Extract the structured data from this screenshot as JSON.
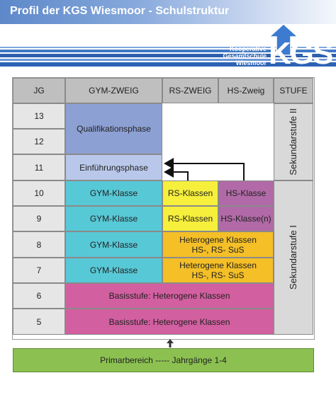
{
  "header": {
    "title": "Profil der KGS Wiesmoor - Schulstruktur"
  },
  "logo": {
    "line1": "Kooperative",
    "line2": "Gesamtschule",
    "line3": "Wiesmoor",
    "mark": "KGS"
  },
  "table": {
    "headers": {
      "jg": "JG",
      "gym": "GYM-ZWEIG",
      "rs": "RS-ZWEIG",
      "hs": "HS-Zweig",
      "stufe": "STUFE"
    },
    "years": [
      "13",
      "12",
      "11",
      "10",
      "9",
      "8",
      "7",
      "6",
      "5"
    ],
    "gym": {
      "qualifikation": "Qualifikationsphase",
      "einfuehrung": "Einführungsphase",
      "klasse": "GYM-Klasse"
    },
    "rs": {
      "row10": "RS-Klassen",
      "row9": "RS-Klassen"
    },
    "hs": {
      "row10": "HS-Klasse",
      "row9": "HS-Klasse(n)"
    },
    "heterogen": {
      "line1": "Heterogene Klassen",
      "line2": "HS-, RS- SuS"
    },
    "basis": "Basisstufe: Heterogene Klassen",
    "stufen": {
      "upper": "Sekundarstufe II",
      "lower": "Sekundarstufe I"
    }
  },
  "primar": "Primarbereich ----- Jahrgänge 1-4",
  "colors": {
    "header_bg": "#5d88c9",
    "gym_upper": "#8da0d3",
    "gym_einf": "#b9c8ea",
    "gym_klasse": "#57c8d6",
    "rs": "#f6ef3c",
    "heterogen": "#f4bf27",
    "hs": "#b16aa7",
    "basis": "#d25fa0",
    "primar": "#8cc152"
  }
}
